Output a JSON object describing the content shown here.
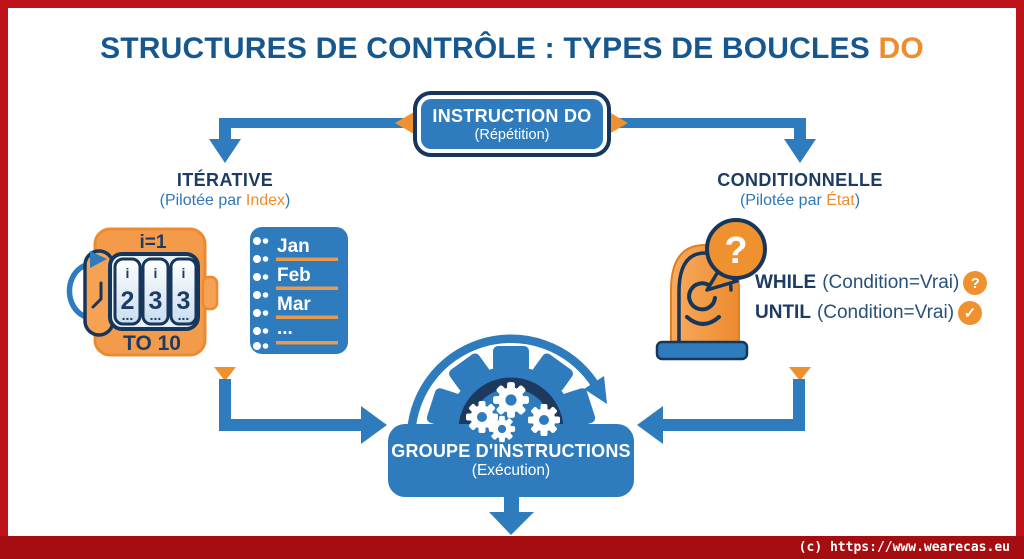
{
  "title": {
    "main": "STRUCTURES DE CONTRÔLE : TYPES DE BOUCLES ",
    "highlight": "DO"
  },
  "instruction_box": {
    "label": "INSTRUCTION DO",
    "sublabel": "(Répétition)"
  },
  "branches": {
    "left": {
      "heading": "ITÉRATIVE",
      "sub_prefix": "(Pilotée par ",
      "sub_highlight": "Index",
      "sub_suffix": ")"
    },
    "right": {
      "heading": "CONDITIONNELLE",
      "sub_prefix": "(Pilotée par ",
      "sub_highlight": "État",
      "sub_suffix": ")"
    }
  },
  "counter": {
    "init": "i=1",
    "range": "TO 10",
    "wheel_top": "i",
    "wheels": [
      "2",
      "3",
      "3"
    ],
    "wheel_bottom": "..."
  },
  "list": {
    "items": [
      "Jan",
      "Feb",
      "Mar",
      "..."
    ]
  },
  "conditions": [
    {
      "keyword": "WHILE",
      "text": "(Condition=Vrai)",
      "badge": "?"
    },
    {
      "keyword": "UNTIL",
      "text": "(Condition=Vrai)",
      "badge": "✓"
    }
  ],
  "bubble": {
    "glyph": "?"
  },
  "group_box": {
    "label": "GROUPE D'INSTRUCTIONS",
    "sublabel": "(Exécution)"
  },
  "footer": {
    "copyright": "(c) https://www.wearecas.eu"
  },
  "colors": {
    "blue": "#2e7bbd",
    "navy": "#1d3c64",
    "outline_navy": "#17365c",
    "orange": "#f0912f",
    "orange_light": "#f6a254",
    "red_border": "#bb1318",
    "red_bar": "#a60d10",
    "title_blue": "#17578f"
  }
}
